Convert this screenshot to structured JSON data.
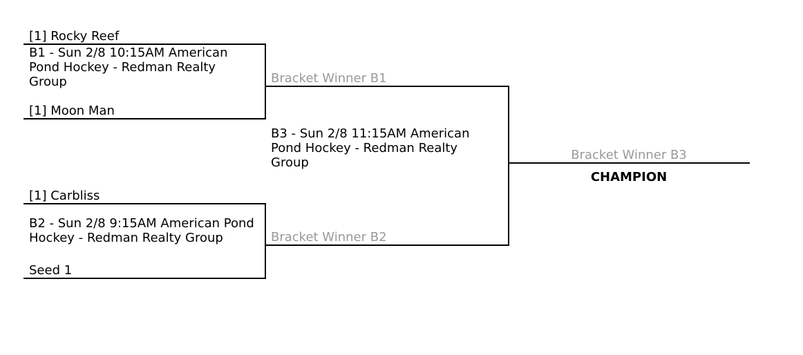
{
  "bracket": {
    "matches": [
      {
        "id": "B1",
        "top_team": "[1] Rocky Reef",
        "bottom_team": "[1] Moon Man",
        "label": "B1 - Sun 2/8 10:15AM American Pond Hockey - Redman Realty Group"
      },
      {
        "id": "B2",
        "top_team": "[1] Carbliss",
        "bottom_team": "Seed 1",
        "label": "B2 - Sun 2/8 9:15AM American Pond Hockey - Redman Realty Group"
      },
      {
        "id": "B3",
        "top_team": "Bracket Winner B1",
        "bottom_team": "Bracket Winner B2",
        "label": "B3 - Sun 2/8 11:15AM American Pond Hockey - Redman Realty Group"
      }
    ],
    "final": {
      "winner_placeholder": "Bracket Winner B3",
      "champion_label": "CHAMPION"
    },
    "colors": {
      "line": "#000000",
      "text": "#000000",
      "placeholder_gray": "#999999",
      "background": "#ffffff"
    }
  }
}
